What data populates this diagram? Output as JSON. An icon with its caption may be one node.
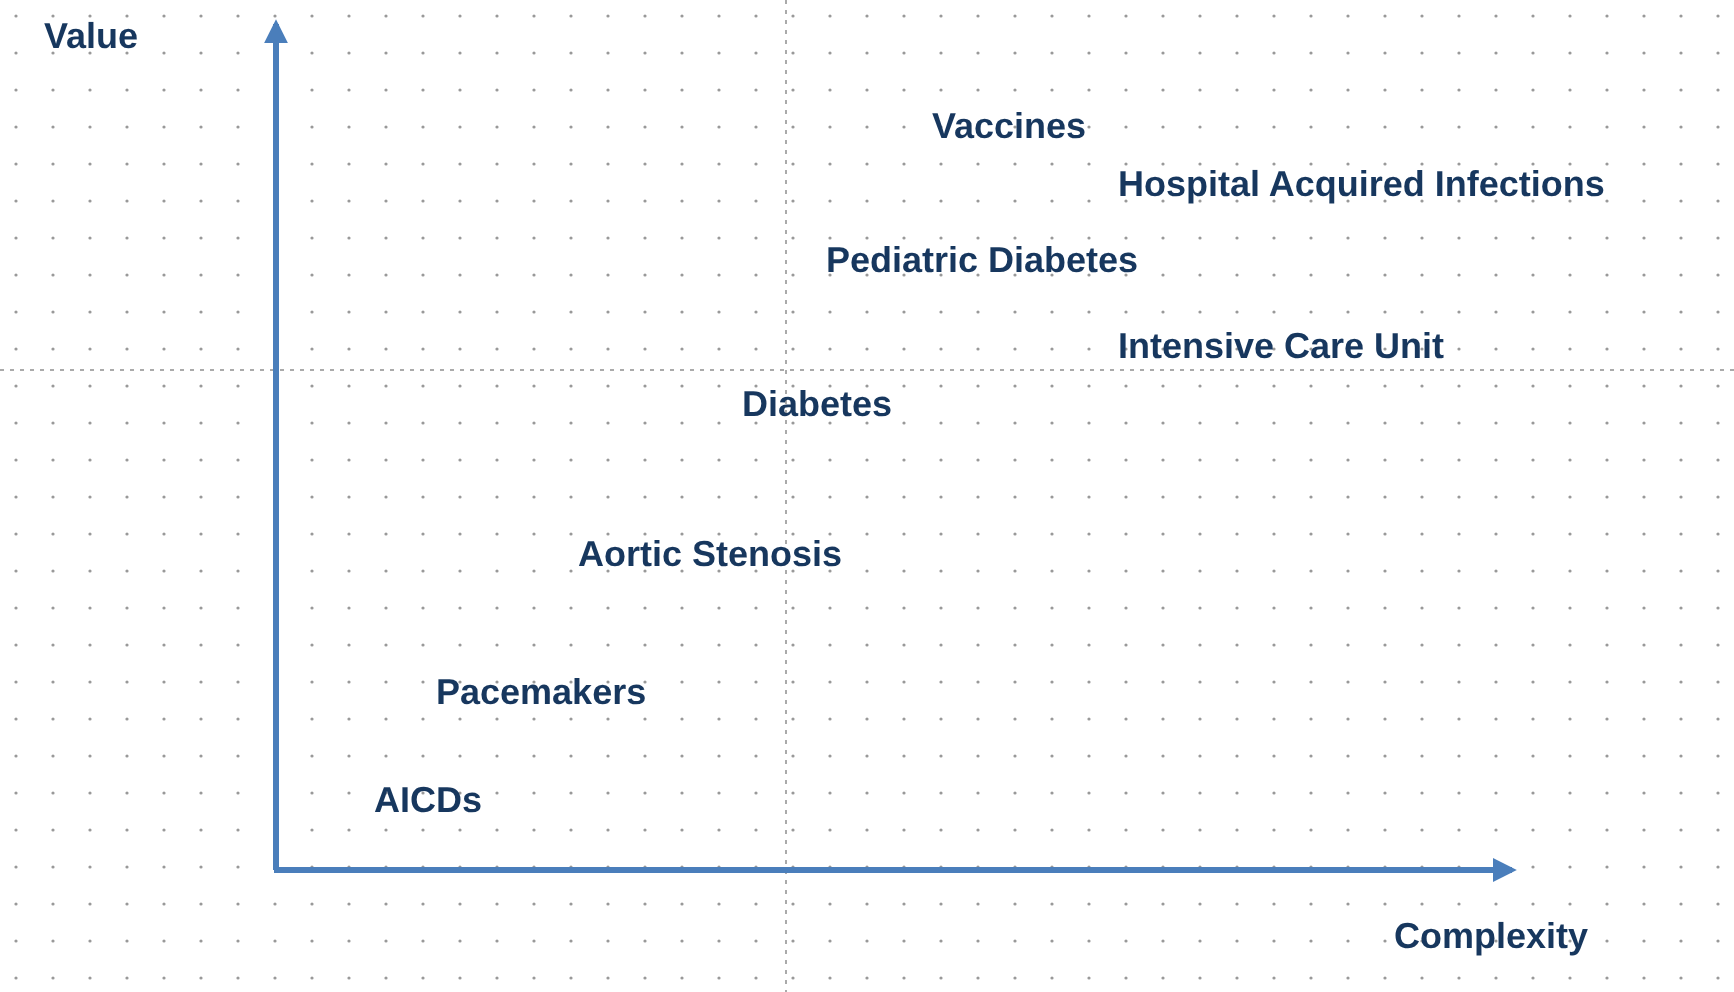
{
  "diagram": {
    "labels": [
      "Value",
      "Vaccines",
      "Hospital Acquired Infections",
      "Pediatric Diabetes",
      "Intensive Care Unit",
      "Diabetes",
      "Aortic Stenosis",
      "Pacemakers",
      "AICDs",
      "Complexity"
    ]
  }
}
